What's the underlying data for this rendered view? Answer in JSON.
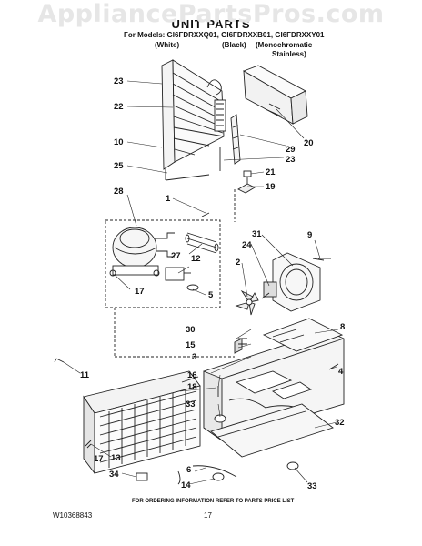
{
  "watermark": "AppliancePartsPros.com",
  "title": "UNIT PARTS",
  "models_line": "For Models: GI6FDRXXQ01, GI6FDRXXB01, GI6FDRXXY01",
  "variants": [
    "(White)",
    "(Black)",
    "(Monochromatic",
    "Stainless)"
  ],
  "callouts": {
    "c23a": "23",
    "c22": "22",
    "c10": "10",
    "c25": "25",
    "c28": "28",
    "c20": "20",
    "c29": "29",
    "c23b": "23",
    "c21": "21",
    "c19": "19",
    "c1": "1",
    "c27": "27",
    "c12": "12",
    "c17a": "17",
    "c5": "5",
    "c31": "31",
    "c24": "24",
    "c9": "9",
    "c2": "2",
    "c30": "30",
    "c15": "15",
    "c3": "3",
    "c8": "8",
    "c11": "11",
    "c16": "16",
    "c18": "18",
    "c4": "4",
    "c33a": "33",
    "c32": "32",
    "c17b": "17",
    "c13": "13",
    "c34": "34",
    "c14": "14",
    "c6": "6",
    "c33b": "33"
  },
  "footer_note": "FOR ORDERING INFORMATION REFER TO PARTS PRICE LIST",
  "doc_number": "W10368843",
  "page_number": "17"
}
